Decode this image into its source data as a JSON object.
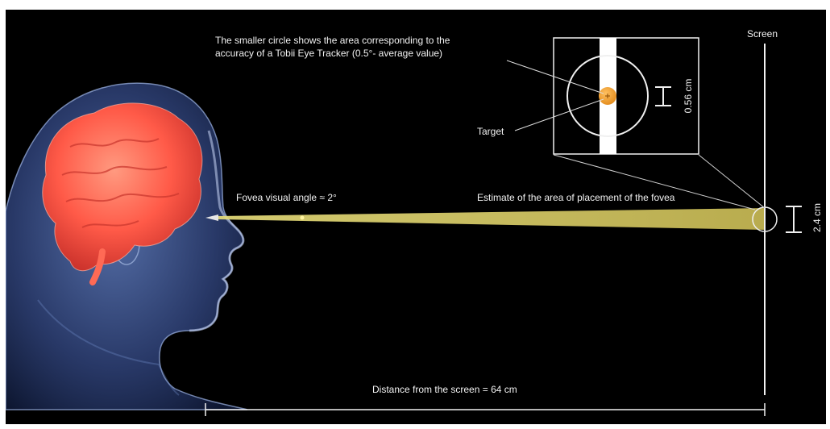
{
  "labels": {
    "screen": "Screen",
    "accuracy_note_line1": "The smaller circle shows the area corresponding to the",
    "accuracy_note_line2": "accuracy of a Tobii Eye Tracker (0.5°- average value)",
    "target": "Target",
    "fovea_angle": "Fovea visual angle ≈ 2°",
    "fovea_estimate": "Estimate of the area of placement of the fovea",
    "inset_size": "0.56 cm",
    "screen_size": "2.4 cm",
    "distance": "Distance from the screen = 64 cm"
  },
  "colors": {
    "background": "#000000",
    "beam": "#d8cc6a",
    "target": "#f2a23a",
    "head": "#7f9fd8",
    "brain": "#ff6a55",
    "line": "#f2f2f2"
  }
}
